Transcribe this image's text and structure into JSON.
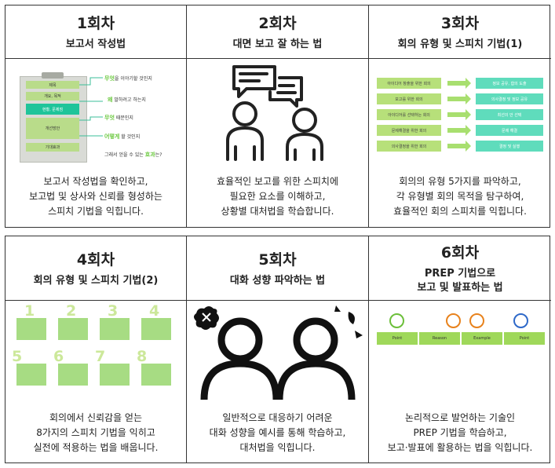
{
  "sessions": [
    {
      "session": "1회차",
      "topic": "보고서 작성법",
      "description": "보고서 작성법을 확인하고,\n보고법 및 상사와 신뢰를 형성하는\n스피치 기법을 익힙니다.",
      "illustration": {
        "boxes": [
          "제목",
          "개요, 목적",
          "현황, 문제점",
          "개선방안",
          "기대효과"
        ],
        "questions": [
          {
            "keyword": "무엇",
            "rest": "을 이야기할 것인지"
          },
          {
            "keyword": "왜",
            "rest": " 말하려고 하는지"
          },
          {
            "keyword": "무엇",
            "rest": " 때문인지"
          },
          {
            "keyword": "어떻게",
            "rest": " 할 것인지"
          },
          {
            "keyword": "효과",
            "rest": "는?",
            "prefix": "그래서 얻을 수 있는 "
          }
        ]
      }
    },
    {
      "session": "2회차",
      "topic": "대면 보고 잘 하는 법",
      "description": "효율적인 보고를 위한 스피치에\n필요한 요소를 이해하고,\n상황별 대처법을 학습합니다.",
      "illustration": {
        "icon": "two-people-talking-icon"
      }
    },
    {
      "session": "3회차",
      "topic": "회의 유형 및 스피치 기법(1)",
      "description": "회의의 유형 5가지를 파악하고,\n각 유형별 회의 목적을 탐구하여,\n효율적인 회의 스피치를 익힙니다.",
      "illustration": {
        "left": [
          "아이디어 창출을 위한 회의",
          "보고를 위한 회의",
          "아이디어를 선택하는 회의",
          "문제해결을 위한 회의",
          "의사결정을 위한 회의"
        ],
        "right": [
          "정보 공유, 합의 도출",
          "의사결정 및 정보 공유",
          "최선의 안 선택",
          "문제 해결",
          "결정 및 실행"
        ]
      }
    },
    {
      "session": "4회차",
      "topic": "회의 유형 및 스피치 기법(2)",
      "description": "회의에서 신뢰감을 얻는\n8가지의 스피치 기법을 익히고\n실전에 적용하는 법을 배웁니다.",
      "illustration": {
        "numbers": [
          "1",
          "2",
          "3",
          "4",
          "5",
          "6",
          "7",
          "8"
        ]
      }
    },
    {
      "session": "5회차",
      "topic": "대화 성향 파악하는 법",
      "description": "일반적으로 대응하기 어려운\n대화 성향을 예시를 통해 학습하고,\n대처법을 익힙니다.",
      "illustration": {
        "icon": "frustrated-people-icon"
      }
    },
    {
      "session": "6회차",
      "topic": "PREP 기법으로\n보고 및 발표하는 법",
      "description": "논리적으로 발언하는 기술인\nPREP 기법을 학습하고,\n보고·발표에 활용하는 법을 익힙니다.",
      "illustration": {
        "steps": [
          "Point",
          "Reason",
          "Example",
          "Point"
        ],
        "step_colors": [
          "#6cbf3a",
          "#e8821c",
          "#e8821c",
          "#2e69c9"
        ]
      }
    }
  ],
  "colors": {
    "green": "#b9dc8a",
    "teal": "#1fc49a",
    "mint": "#5fdcbc",
    "border": "#333333"
  }
}
